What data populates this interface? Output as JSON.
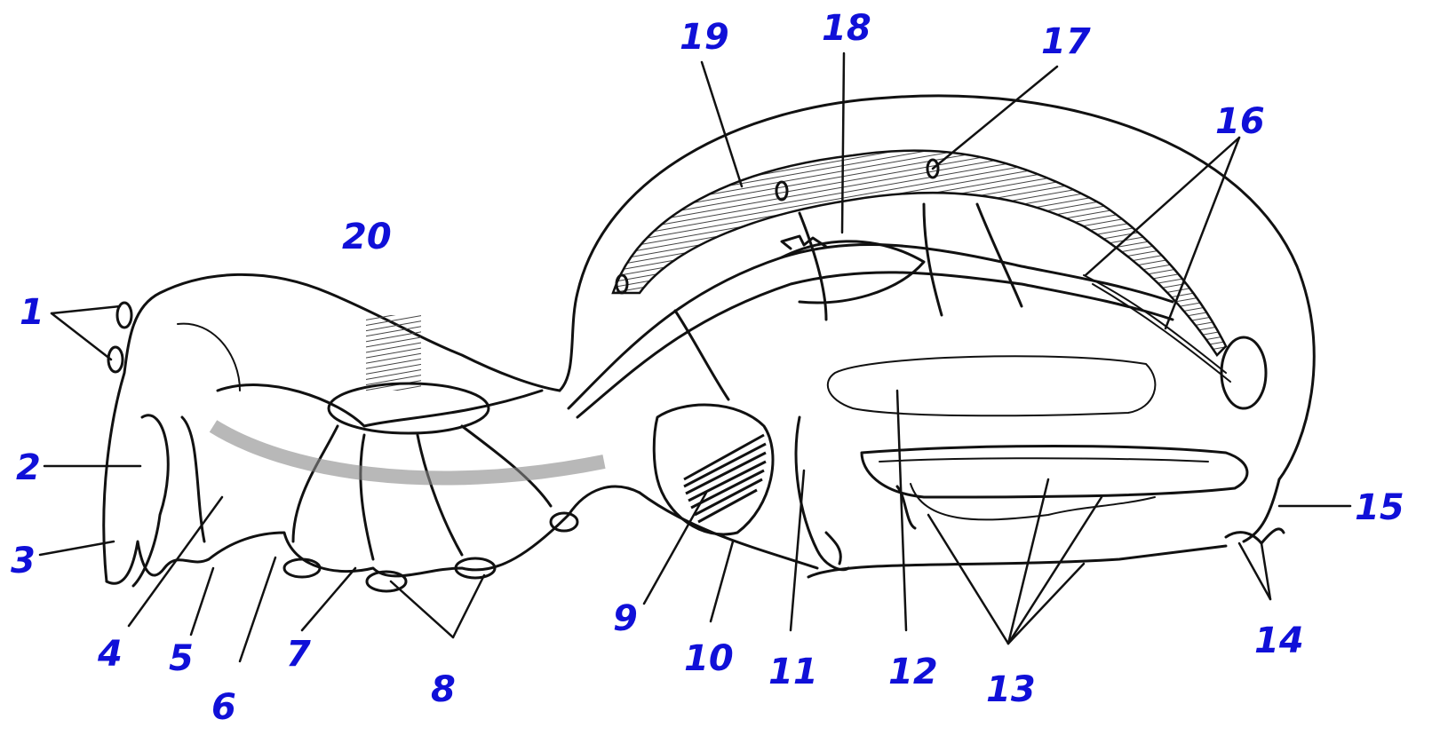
{
  "labels": {
    "l1": "1",
    "l2": "2",
    "l3": "3",
    "l4": "4",
    "l5": "5",
    "l6": "6",
    "l7": "7",
    "l8": "8",
    "l9": "9",
    "l10": "10",
    "l11": "11",
    "l12": "12",
    "l13": "13",
    "l14": "14",
    "l15": "15",
    "l16": "16",
    "l17": "17",
    "l18": "18",
    "l19": "19",
    "l20": "20"
  },
  "colors": {
    "label": "#1010d8",
    "ink": "#111111",
    "hatch": "#555555"
  }
}
